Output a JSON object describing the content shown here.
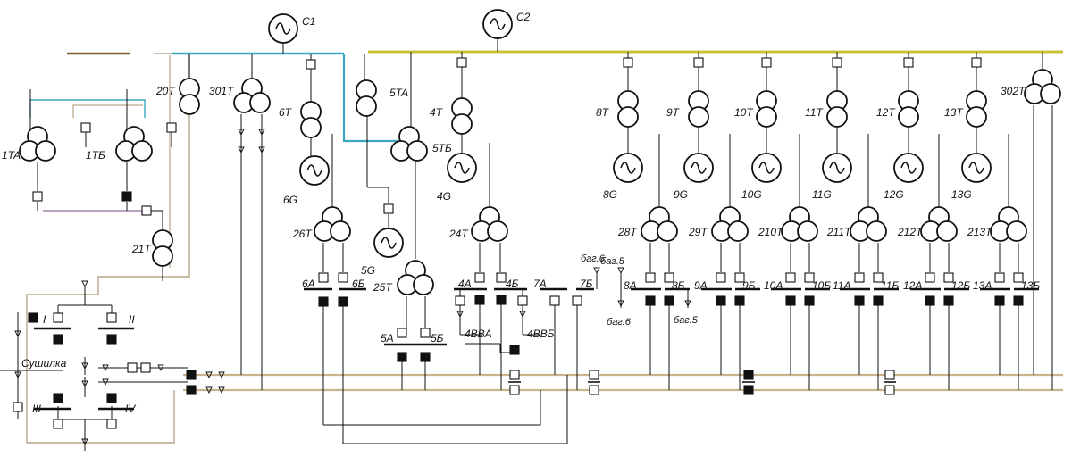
{
  "colors": {
    "line": "#111111",
    "bus_110": "#3aa6bf",
    "bus_220": "#c9c33a",
    "bus_top_left": "#7a5c2e",
    "heat_lines": "#c9b38a",
    "local_wires": "#b7a78a"
  },
  "sources": {
    "c1": "C1",
    "c2": "C2"
  },
  "left": {
    "t1a": "1TA",
    "t1b": "1TБ",
    "t21": "21T",
    "sec1": "I",
    "sec2": "II",
    "sec3": "III",
    "sec4": "IV",
    "dryer": "Сушилка"
  },
  "transformers": {
    "t20": "20T",
    "t301": "301T",
    "t6": "6T",
    "t5a": "5TA",
    "t5b": "5TБ",
    "t4": "4T",
    "t302": "302T",
    "t26": "26T",
    "t25": "25T",
    "t24": "24T",
    "t8": "8T",
    "t9": "9T",
    "t10": "10T",
    "t11": "11T",
    "t12": "12T",
    "t13": "13T",
    "t28": "28T",
    "t29": "29T",
    "t210": "210T",
    "t211": "211T",
    "t212": "212T",
    "t213": "213T"
  },
  "generators": {
    "g6": "6G",
    "g5": "5G",
    "g4": "4G",
    "g8": "8G",
    "g9": "9G",
    "g10": "10G",
    "g11": "11G",
    "g12": "12G",
    "g13": "13G"
  },
  "sections": {
    "s6a": "6A",
    "s6b": "6Б",
    "s5a": "5A",
    "s5b": "5Б",
    "s4a": "4A",
    "s4b": "4Б",
    "s4bva": "4BBA",
    "s4bvb": "4BBБ",
    "s7a": "7A",
    "s7b": "7Б",
    "s8a": "8A",
    "s8b": "8Б",
    "s9a": "9A",
    "s9b": "9Б",
    "s10a": "10A",
    "s10b": "10Б",
    "s11a": "11A",
    "s11b": "11Б",
    "s12a": "12A",
    "s12b": "12Б",
    "s13a": "13A",
    "s13b": "13Б",
    "bag6_top": "баг.6",
    "bag5_top": "баг.5",
    "bag6_bottom": "баг.6",
    "bag5_bottom": "баг.5"
  }
}
